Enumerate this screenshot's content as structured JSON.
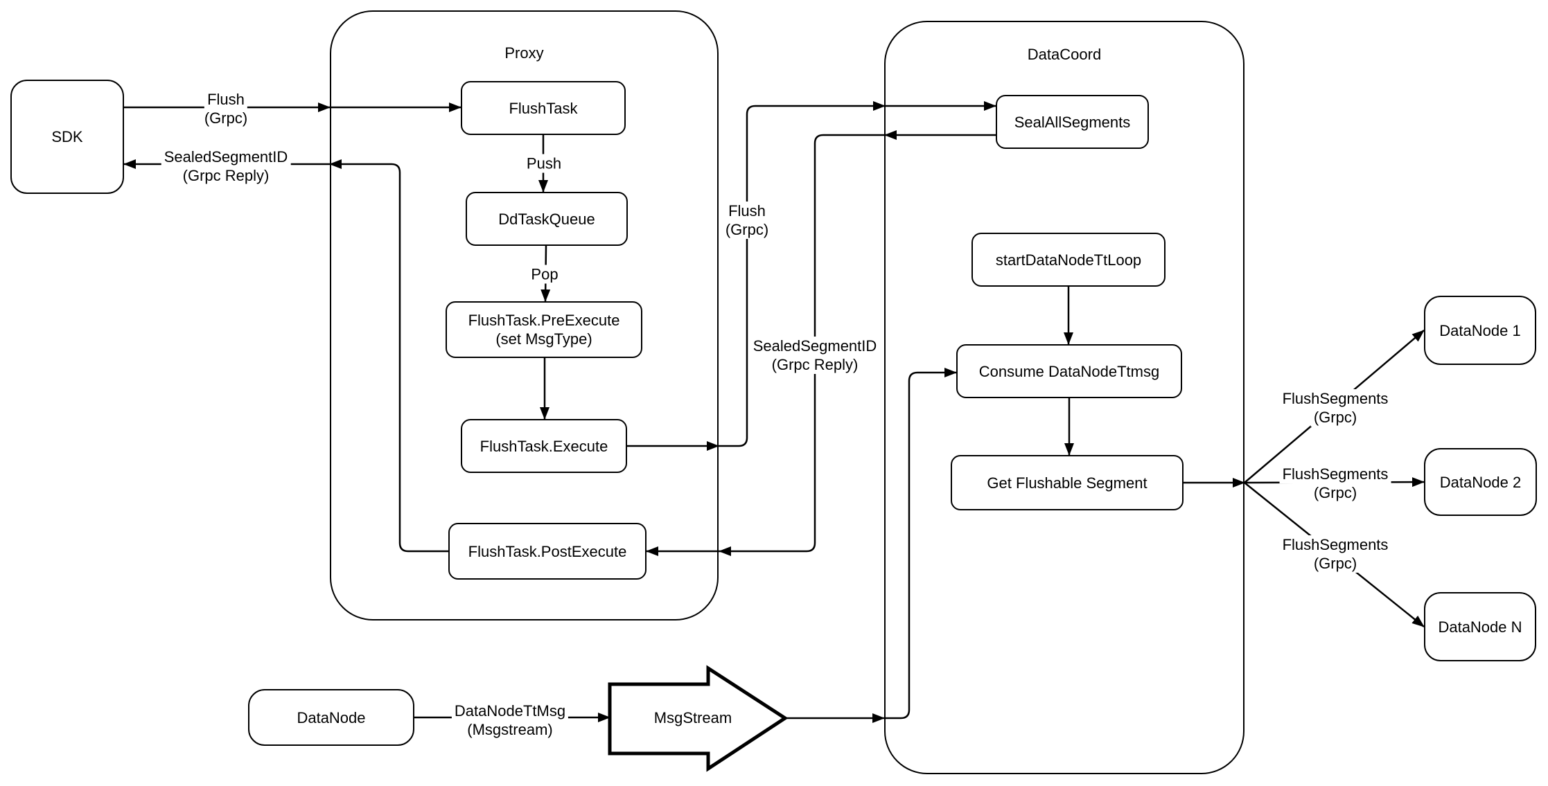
{
  "colors": {
    "stroke": "#000000",
    "background": "#ffffff"
  },
  "containers": {
    "proxy": {
      "title": "Proxy"
    },
    "datacoord": {
      "title": "DataCoord"
    }
  },
  "nodes": {
    "sdk": {
      "label": "SDK"
    },
    "flushtask": {
      "label": "FlushTask"
    },
    "ddtaskqueue": {
      "label": "DdTaskQueue"
    },
    "preexecute": {
      "label": "FlushTask.PreExecute",
      "label2": "(set MsgType)"
    },
    "execute": {
      "label": "FlushTask.Execute"
    },
    "postexecute": {
      "label": "FlushTask.PostExecute"
    },
    "sealallsegments": {
      "label": "SealAllSegments"
    },
    "startdatanodettloop": {
      "label": "startDataNodeTtLoop"
    },
    "consume": {
      "label": "Consume DataNodeTtmsg"
    },
    "getflushable": {
      "label": "Get Flushable Segment"
    },
    "datanode1": {
      "label": "DataNode 1"
    },
    "datanode2": {
      "label": "DataNode 2"
    },
    "datanoden": {
      "label": "DataNode N"
    },
    "datanode_bottom": {
      "label": "DataNode"
    },
    "msgstream": {
      "label": "MsgStream"
    }
  },
  "edge_labels": {
    "flush_grpc_sdk": {
      "line1": "Flush",
      "line2": "(Grpc)"
    },
    "sealed_sdk": {
      "line1": "SealedSegmentID",
      "line2": "(Grpc Reply)"
    },
    "push": {
      "line1": "Push"
    },
    "pop": {
      "line1": "Pop"
    },
    "flush_grpc_dc": {
      "line1": "Flush",
      "line2": "(Grpc)"
    },
    "sealed_dc": {
      "line1": "SealedSegmentID",
      "line2": "(Grpc Reply)"
    },
    "flushsegments1": {
      "line1": "FlushSegments",
      "line2": "(Grpc)"
    },
    "flushsegments2": {
      "line1": "FlushSegments",
      "line2": "(Grpc)"
    },
    "flushsegments3": {
      "line1": "FlushSegments",
      "line2": "(Grpc)"
    },
    "datanodettmsg": {
      "line1": "DataNodeTtMsg",
      "line2": "(Msgstream)"
    }
  }
}
